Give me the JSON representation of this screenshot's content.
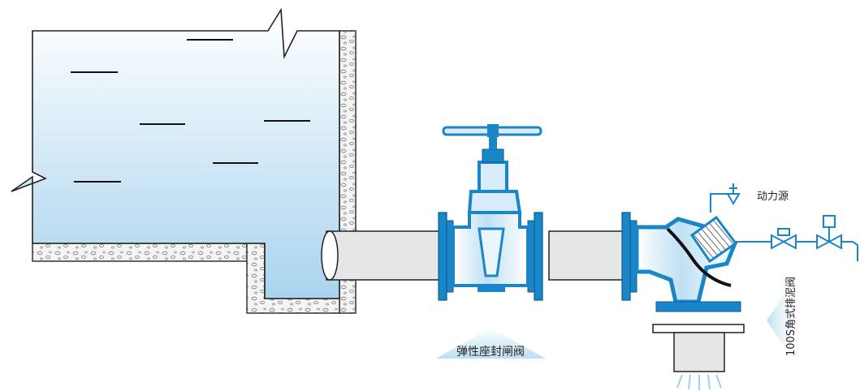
{
  "labels": {
    "power_source": "动力源",
    "gate_valve": "弹性座封闸阀",
    "sludge_valve": "100S角式排泥阀"
  },
  "colors": {
    "valve_blue": "#1a86c8",
    "valve_dark": "#0c5d93",
    "water_top": "#ffffff",
    "water_bottom": "#a9d4ee",
    "pipe_fill": "#e6e6e6",
    "wall_fill": "#f2f2f2",
    "label_gradient": "#bcdff3",
    "text": "#222222"
  }
}
